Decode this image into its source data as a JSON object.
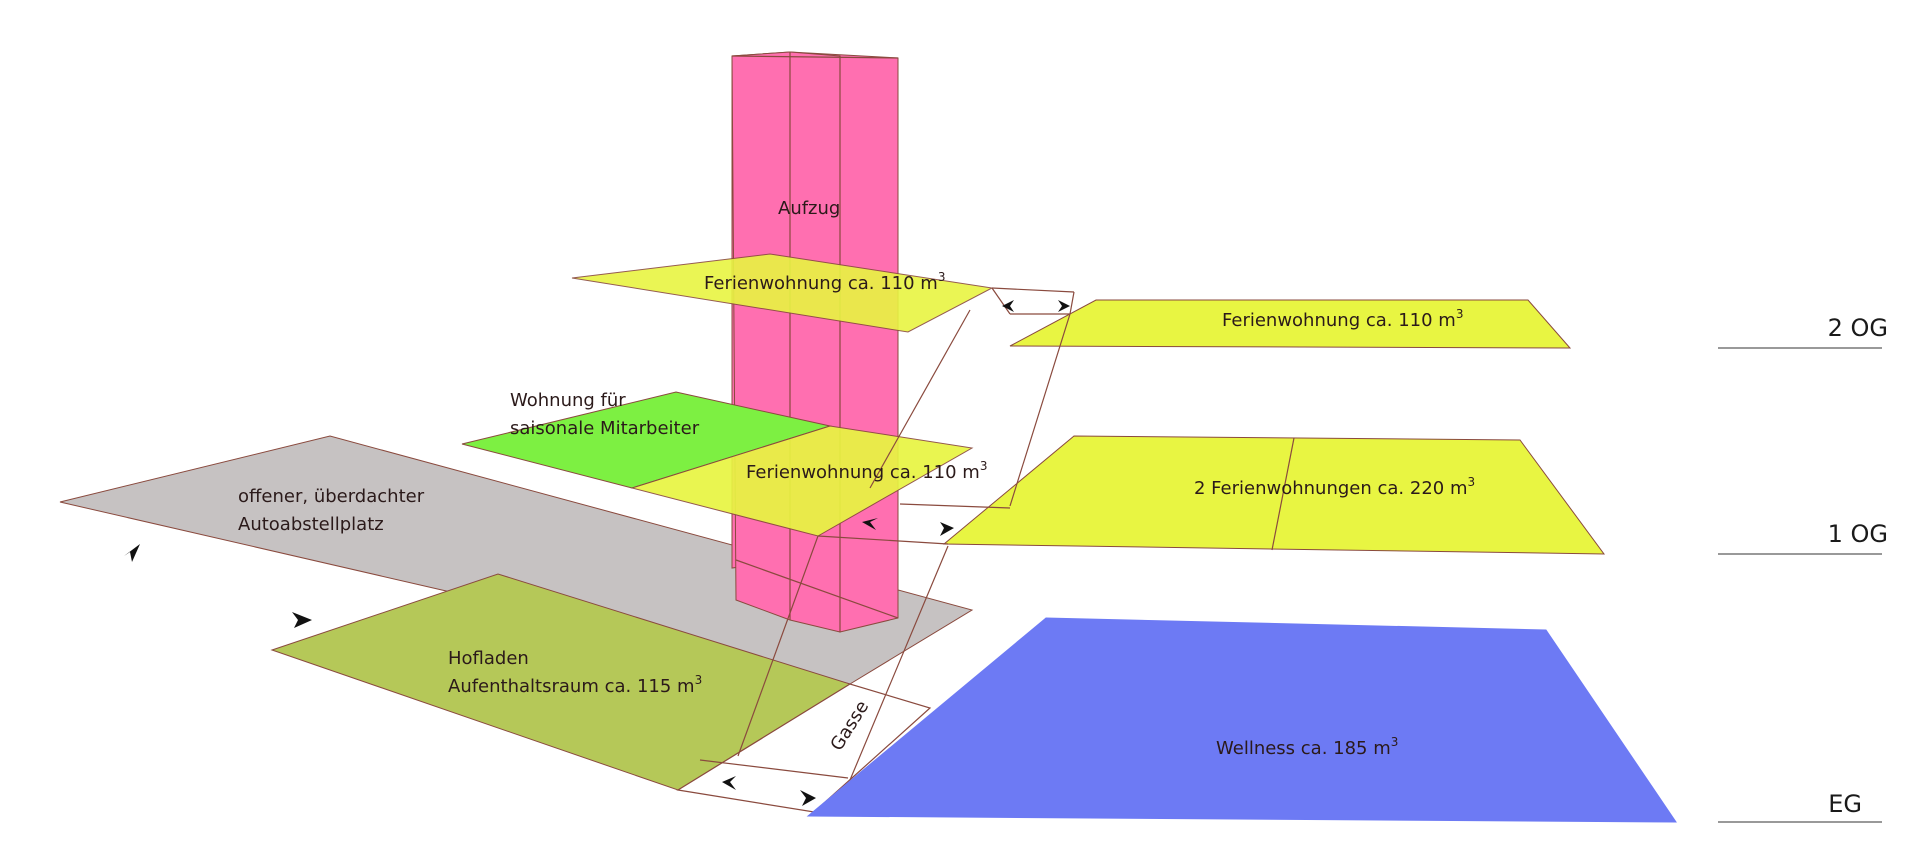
{
  "colors": {
    "elevator": "#ff6fb0",
    "holiday_apartment": "#e8f542",
    "staff_apartment": "#7df042",
    "parking": "#c6c2c2",
    "farm_shop": "#b5c858",
    "wellness": "#6d7af4",
    "outline": "#8a4a3e"
  },
  "labels": {
    "elevator": "Aufzug",
    "og2_left": "Ferienwohnung ca. 110 m",
    "og2_right": "Ferienwohnung ca. 110 m",
    "staff_line1": "Wohnung für",
    "staff_line2": "saisonale Mitarbeiter",
    "og1_left": "Ferienwohnung ca. 110 m",
    "og1_right": "2 Ferienwohnungen ca. 220 m",
    "parking_line1": "offener, überdachter",
    "parking_line2": "Autoabstellplatz",
    "shop_line1": "Hofladen",
    "shop_line2": "Aufenthaltsraum ca. 115 m",
    "alley": "Gasse",
    "wellness": "Wellness ca. 185 m",
    "cubic_superscript": "3"
  },
  "levels": {
    "og2": "2 OG",
    "og1": "1 OG",
    "eg": "EG"
  }
}
